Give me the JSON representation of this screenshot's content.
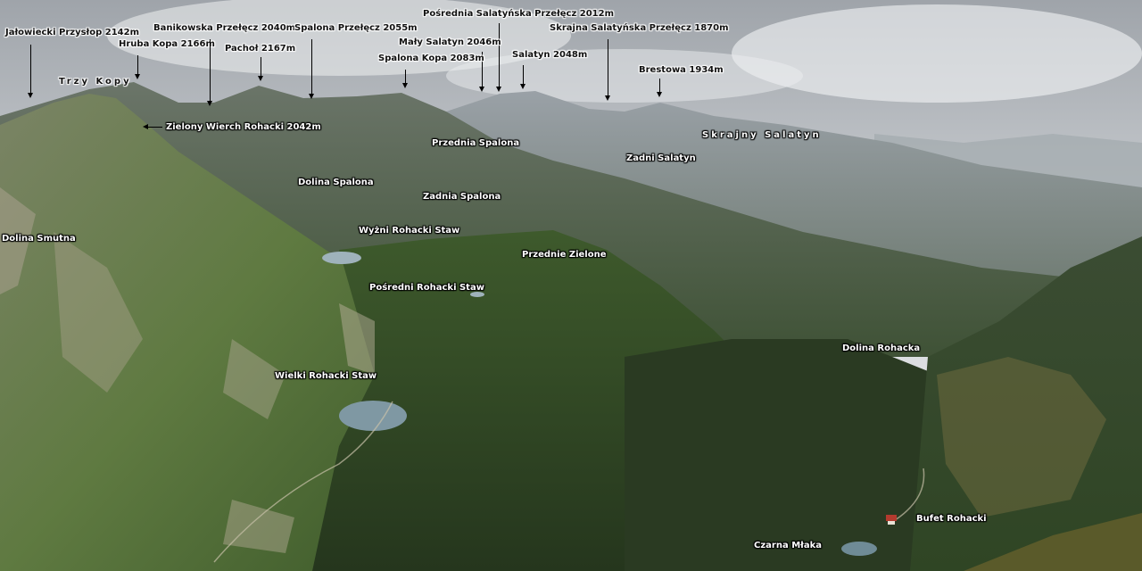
{
  "labels": {
    "jalowiecki": "Jałowiecki Przysłop 2142m",
    "hruba_kopa": "Hruba Kopa 2166m",
    "banikowska": "Banikowska Przełęcz 2040m",
    "pachol": "Pachoł 2167m",
    "spalona_przelecz": "Spalona Przełęcz 2055m",
    "posrednia_salatynska": "Pośrednia Salatyńska Przełęcz 2012m",
    "maly_salatyn": "Mały Salatyn 2046m",
    "spalona_kopa": "Spalona Kopa 2083m",
    "salatyn": "Salatyn 2048m",
    "skrajna_salatynska": "Skrajna Salatyńska Przełęcz 1870m",
    "brestowa": "Brestowa 1934m",
    "trzy_kopy": "Trzy Kopy",
    "zielony_wierch": "Zielony Wierch Rohacki 2042m",
    "skrajny_salatyn": "Skrajny Salatyn",
    "przednia_spalona": "Przednia Spalona",
    "zadni_salatyn": "Zadni Salatyn",
    "dolina_spalona": "Dolina Spalona",
    "zadnia_spalona": "Zadnia Spalona",
    "dolina_smutna": "Dolina Smutna",
    "wyzni_rohacki_staw": "Wyżni Rohacki Staw",
    "przednie_zielone": "Przednie Zielone",
    "posredni_rohacki_staw": "Pośredni Rohacki Staw",
    "dolina_rohacka": "Dolina Rohacka",
    "wielki_rohacki_staw": "Wielki Rohacki Staw",
    "bufet_rohacki": "Bufet Rohacki",
    "czarna_mlaka": "Czarna Młaka"
  },
  "colors": {
    "sky_top": "#a9adb2",
    "sky_bottom": "#e4e6e8",
    "far_ridge": "#8e969e",
    "mid_ridge": "#5f6a62",
    "slope_green": "#587a3e",
    "forest_dark": "#2c3b25",
    "lake": "#8aa2ae"
  }
}
